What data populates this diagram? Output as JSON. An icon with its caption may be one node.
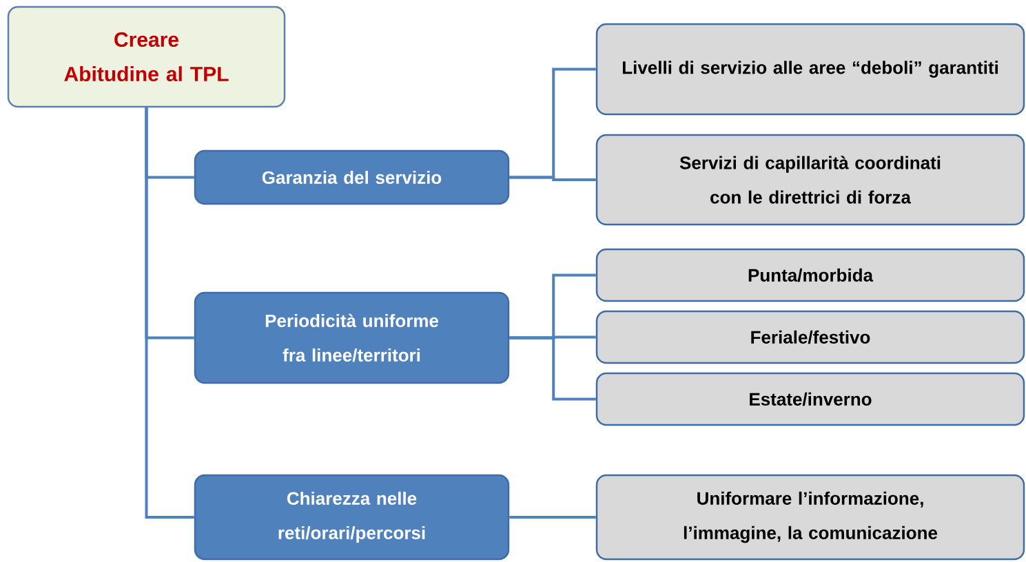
{
  "diagram": {
    "nodes": [
      {
        "text": [
          "Creare Abitudine al TPL"
        ]
      },
      {
        "text": [
          "Garanzia del servizio"
        ]
      },
      {
        "text": [
          "Periodicità uniforme fra linee/territori"
        ]
      },
      {
        "text": [
          "Chiarezza nelle reti/orari/percorsi"
        ]
      },
      {
        "text": [
          "Livelli di servizio alle aree “deboli” garantiti"
        ]
      },
      {
        "text": [
          "Servizi di capillarità coordinati con le direttrici di forza"
        ]
      },
      {
        "text": [
          "Punta/morbida"
        ]
      },
      {
        "text": [
          "Feriale/festivo"
        ]
      },
      {
        "text": [
          "Estate/inverno"
        ]
      },
      {
        "text": [
          "Uniformare l’informazione, l’immagine, la comunicazione"
        ]
      }
    ],
    "edges": [
      {
        "from": 0,
        "to": 1,
        "arrow": "none"
      },
      {
        "from": 0,
        "to": 2,
        "arrow": "none"
      },
      {
        "from": 0,
        "to": 3,
        "arrow": "none"
      },
      {
        "from": 1,
        "to": 4,
        "arrow": "none"
      },
      {
        "from": 1,
        "to": 5,
        "arrow": "none"
      },
      {
        "from": 2,
        "to": 6,
        "arrow": "none"
      },
      {
        "from": 2,
        "to": 7,
        "arrow": "none"
      },
      {
        "from": 2,
        "to": 8,
        "arrow": "none"
      },
      {
        "from": 3,
        "to": 9,
        "arrow": "none"
      }
    ]
  }
}
